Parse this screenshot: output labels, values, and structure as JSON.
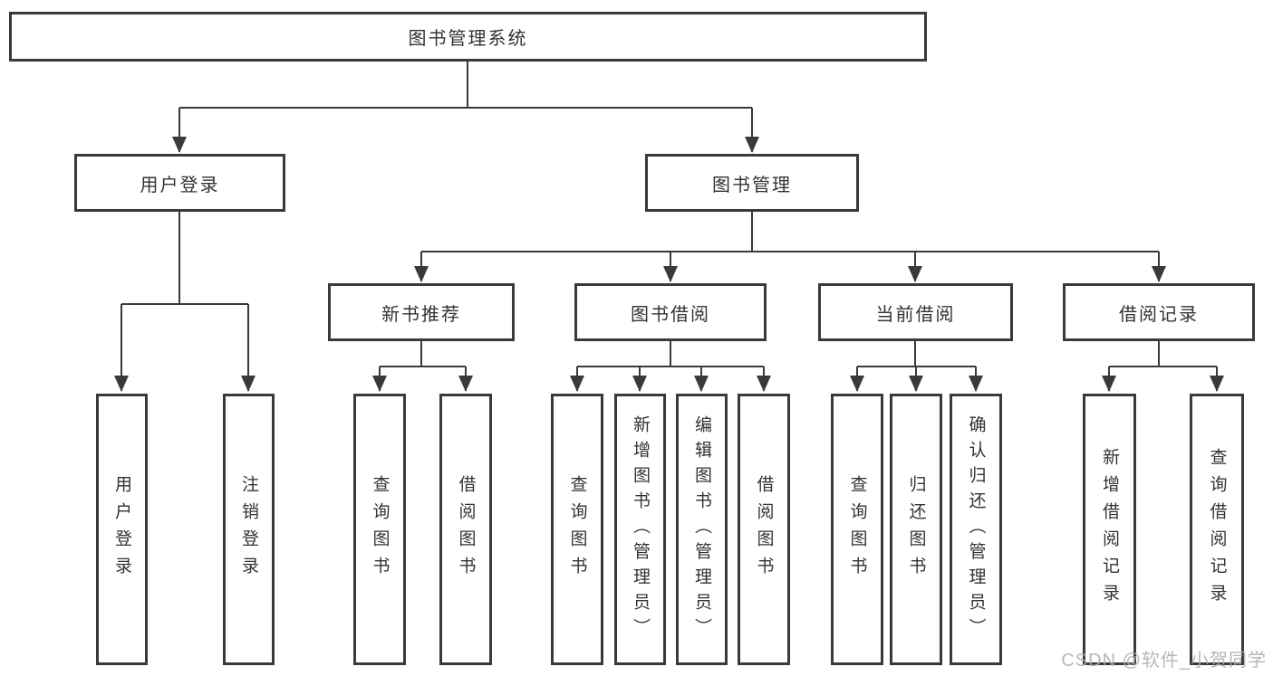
{
  "tree": {
    "label": "图书管理系统",
    "children": [
      {
        "label": "用户登录",
        "children": [
          {
            "label": "用户登录"
          },
          {
            "label": "注销登录"
          }
        ]
      },
      {
        "label": "图书管理",
        "children": [
          {
            "label": "新书推荐",
            "children": [
              {
                "label": "查询图书"
              },
              {
                "label": "借阅图书"
              }
            ]
          },
          {
            "label": "图书借阅",
            "children": [
              {
                "label": "查询图书"
              },
              {
                "label": "新增图书（管理员）"
              },
              {
                "label": "编辑图书（管理员）"
              },
              {
                "label": "借阅图书"
              }
            ]
          },
          {
            "label": "当前借阅",
            "children": [
              {
                "label": "查询图书"
              },
              {
                "label": "归还图书"
              },
              {
                "label": "确认归还（管理员）"
              }
            ]
          },
          {
            "label": "借阅记录",
            "children": [
              {
                "label": "新增借阅记录"
              },
              {
                "label": "查询借阅记录"
              }
            ]
          }
        ]
      }
    ]
  },
  "watermark": {
    "text": "CSDN @软件_小贺同学"
  },
  "colors": {
    "line": "#3a3a3a",
    "box_border": "#3a3a3a",
    "text": "#333333",
    "background": "#ffffff",
    "watermark": "#afafaf"
  }
}
